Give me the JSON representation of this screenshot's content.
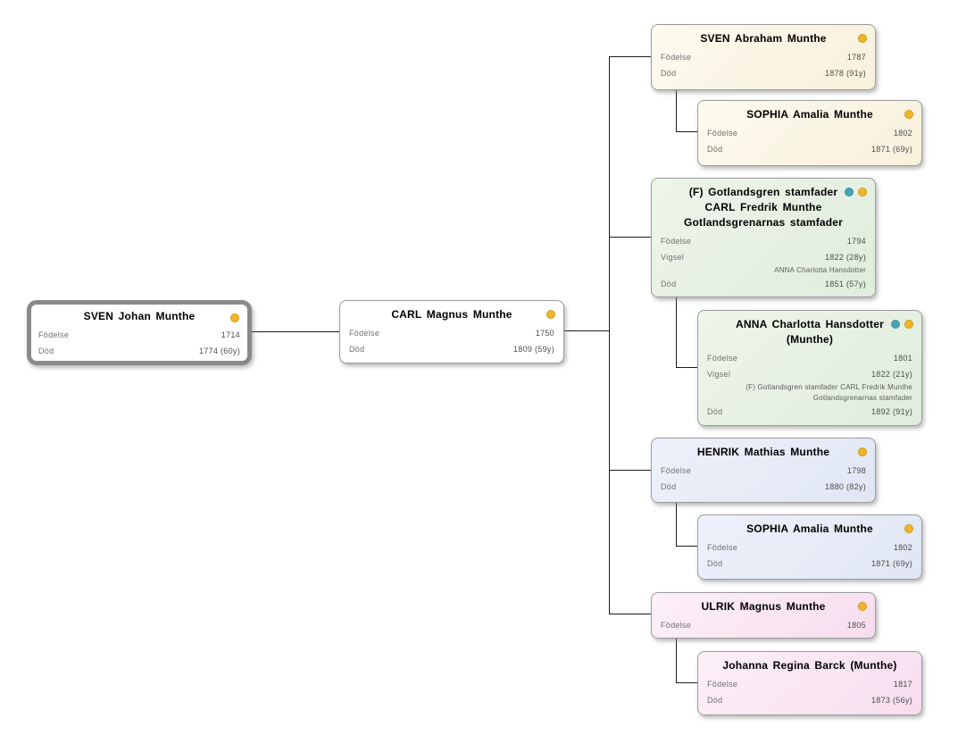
{
  "app": {
    "view": "family-tree-diagram",
    "labels": {
      "birth": "Födelse",
      "marriage": "Vigsel",
      "death": "Död"
    }
  },
  "colors": {
    "yellow_marker": "#f2b52a",
    "teal_marker": "#49a3b5",
    "cream_card": "#f7f1dc",
    "green_card": "#dfeddc",
    "blue_card": "#e0e6f4",
    "pink_card": "#f7ddee",
    "selected_border": "#8a8a8a",
    "connector": "#1c1c1c"
  },
  "boxes": [
    {
      "id": "sven-johan",
      "selected": true,
      "color": "white",
      "icons": [
        "yellow"
      ],
      "title_lines": [
        "SVEN Johan Munthe"
      ],
      "rows": [
        {
          "label": "Födelse",
          "value": "1714"
        },
        {
          "label": "Död",
          "value": "1774 (60y)"
        }
      ]
    },
    {
      "id": "carl-magnus",
      "selected": false,
      "color": "white",
      "icons": [
        "yellow"
      ],
      "title_lines": [
        "CARL Magnus Munthe"
      ],
      "rows": [
        {
          "label": "Födelse",
          "value": "1750"
        },
        {
          "label": "Död",
          "value": "1809 (59y)"
        }
      ]
    },
    {
      "id": "sven-abraham",
      "selected": false,
      "color": "cream",
      "icons": [
        "yellow"
      ],
      "title_lines": [
        "SVEN Abraham Munthe"
      ],
      "rows": [
        {
          "label": "Födelse",
          "value": "1787"
        },
        {
          "label": "Död",
          "value": "1878 (91y)"
        }
      ]
    },
    {
      "id": "sophia-amalia-1",
      "selected": false,
      "color": "cream",
      "icons": [
        "yellow"
      ],
      "title_lines": [
        "SOPHIA Amalia Munthe"
      ],
      "rows": [
        {
          "label": "Födelse",
          "value": "1802"
        },
        {
          "label": "Död",
          "value": "1871 (69y)"
        }
      ]
    },
    {
      "id": "carl-fredrik",
      "selected": false,
      "color": "green",
      "icons": [
        "teal",
        "yellow"
      ],
      "title_lines": [
        "(F) Gotlandsgren stamfader",
        "CARL Fredrik Munthe",
        "Gotlandsgrenarnas stamfader"
      ],
      "rows": [
        {
          "label": "Födelse",
          "value": "1794"
        },
        {
          "label": "Vigsel",
          "value": "1822 (28y)",
          "details": [
            "ANNA Charlotta Hansdotter"
          ]
        },
        {
          "label": "Död",
          "value": "1851 (57y)"
        }
      ]
    },
    {
      "id": "anna-charlotta",
      "selected": false,
      "color": "green",
      "icons": [
        "teal",
        "yellow"
      ],
      "title_lines": [
        "ANNA Charlotta Hansdotter",
        "(Munthe)"
      ],
      "rows": [
        {
          "label": "Födelse",
          "value": "1801"
        },
        {
          "label": "Vigsel",
          "value": "1822 (21y)",
          "details": [
            "(F) Gotlandsgren stamfader CARL Fredrik Munthe",
            "Gotlandsgrenarnas stamfader"
          ]
        },
        {
          "label": "Död",
          "value": "1892 (91y)"
        }
      ]
    },
    {
      "id": "henrik",
      "selected": false,
      "color": "blue",
      "icons": [
        "yellow"
      ],
      "title_lines": [
        "HENRIK Mathias Munthe"
      ],
      "rows": [
        {
          "label": "Födelse",
          "value": "1798"
        },
        {
          "label": "Död",
          "value": "1880 (82y)"
        }
      ]
    },
    {
      "id": "sophia-amalia-2",
      "selected": false,
      "color": "blue",
      "icons": [
        "yellow"
      ],
      "title_lines": [
        "SOPHIA Amalia Munthe"
      ],
      "rows": [
        {
          "label": "Födelse",
          "value": "1802"
        },
        {
          "label": "Död",
          "value": "1871 (69y)"
        }
      ]
    },
    {
      "id": "ulrik",
      "selected": false,
      "color": "pink",
      "icons": [
        "yellow"
      ],
      "title_lines": [
        "ULRIK Magnus Munthe"
      ],
      "rows": [
        {
          "label": "Födelse",
          "value": "1805"
        }
      ]
    },
    {
      "id": "johanna",
      "selected": false,
      "color": "pink",
      "icons": [],
      "title_lines": [
        "Johanna Regina Barck (Munthe)"
      ],
      "rows": [
        {
          "label": "Födelse",
          "value": "1817"
        },
        {
          "label": "Död",
          "value": "1873 (56y)"
        }
      ]
    }
  ]
}
